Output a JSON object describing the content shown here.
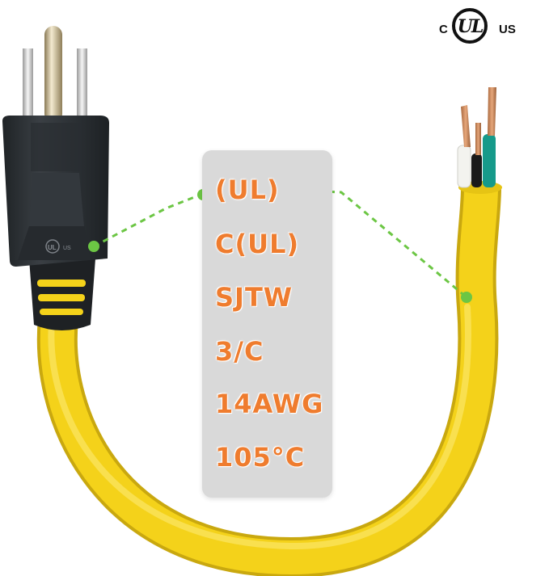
{
  "certification": {
    "mark": "UL",
    "left_letter": "C",
    "right_letters": "US"
  },
  "spec_label": {
    "lines": [
      "(UL)",
      "C(UL)",
      "SJTW",
      "3/C",
      "14AWG",
      "105°C"
    ]
  },
  "plug_mark": {
    "mark": "UL",
    "right_letters": "US"
  },
  "colors": {
    "cord": "#f4d21a",
    "plug": "#2b2f33",
    "spec_text": "#ef7c2e",
    "spec_panel": "#d9d9d9",
    "callout_line": "#6cc644",
    "copper": "#c9865a"
  },
  "icons": [
    "ul-certification-icon",
    "callout-dot-icon"
  ]
}
